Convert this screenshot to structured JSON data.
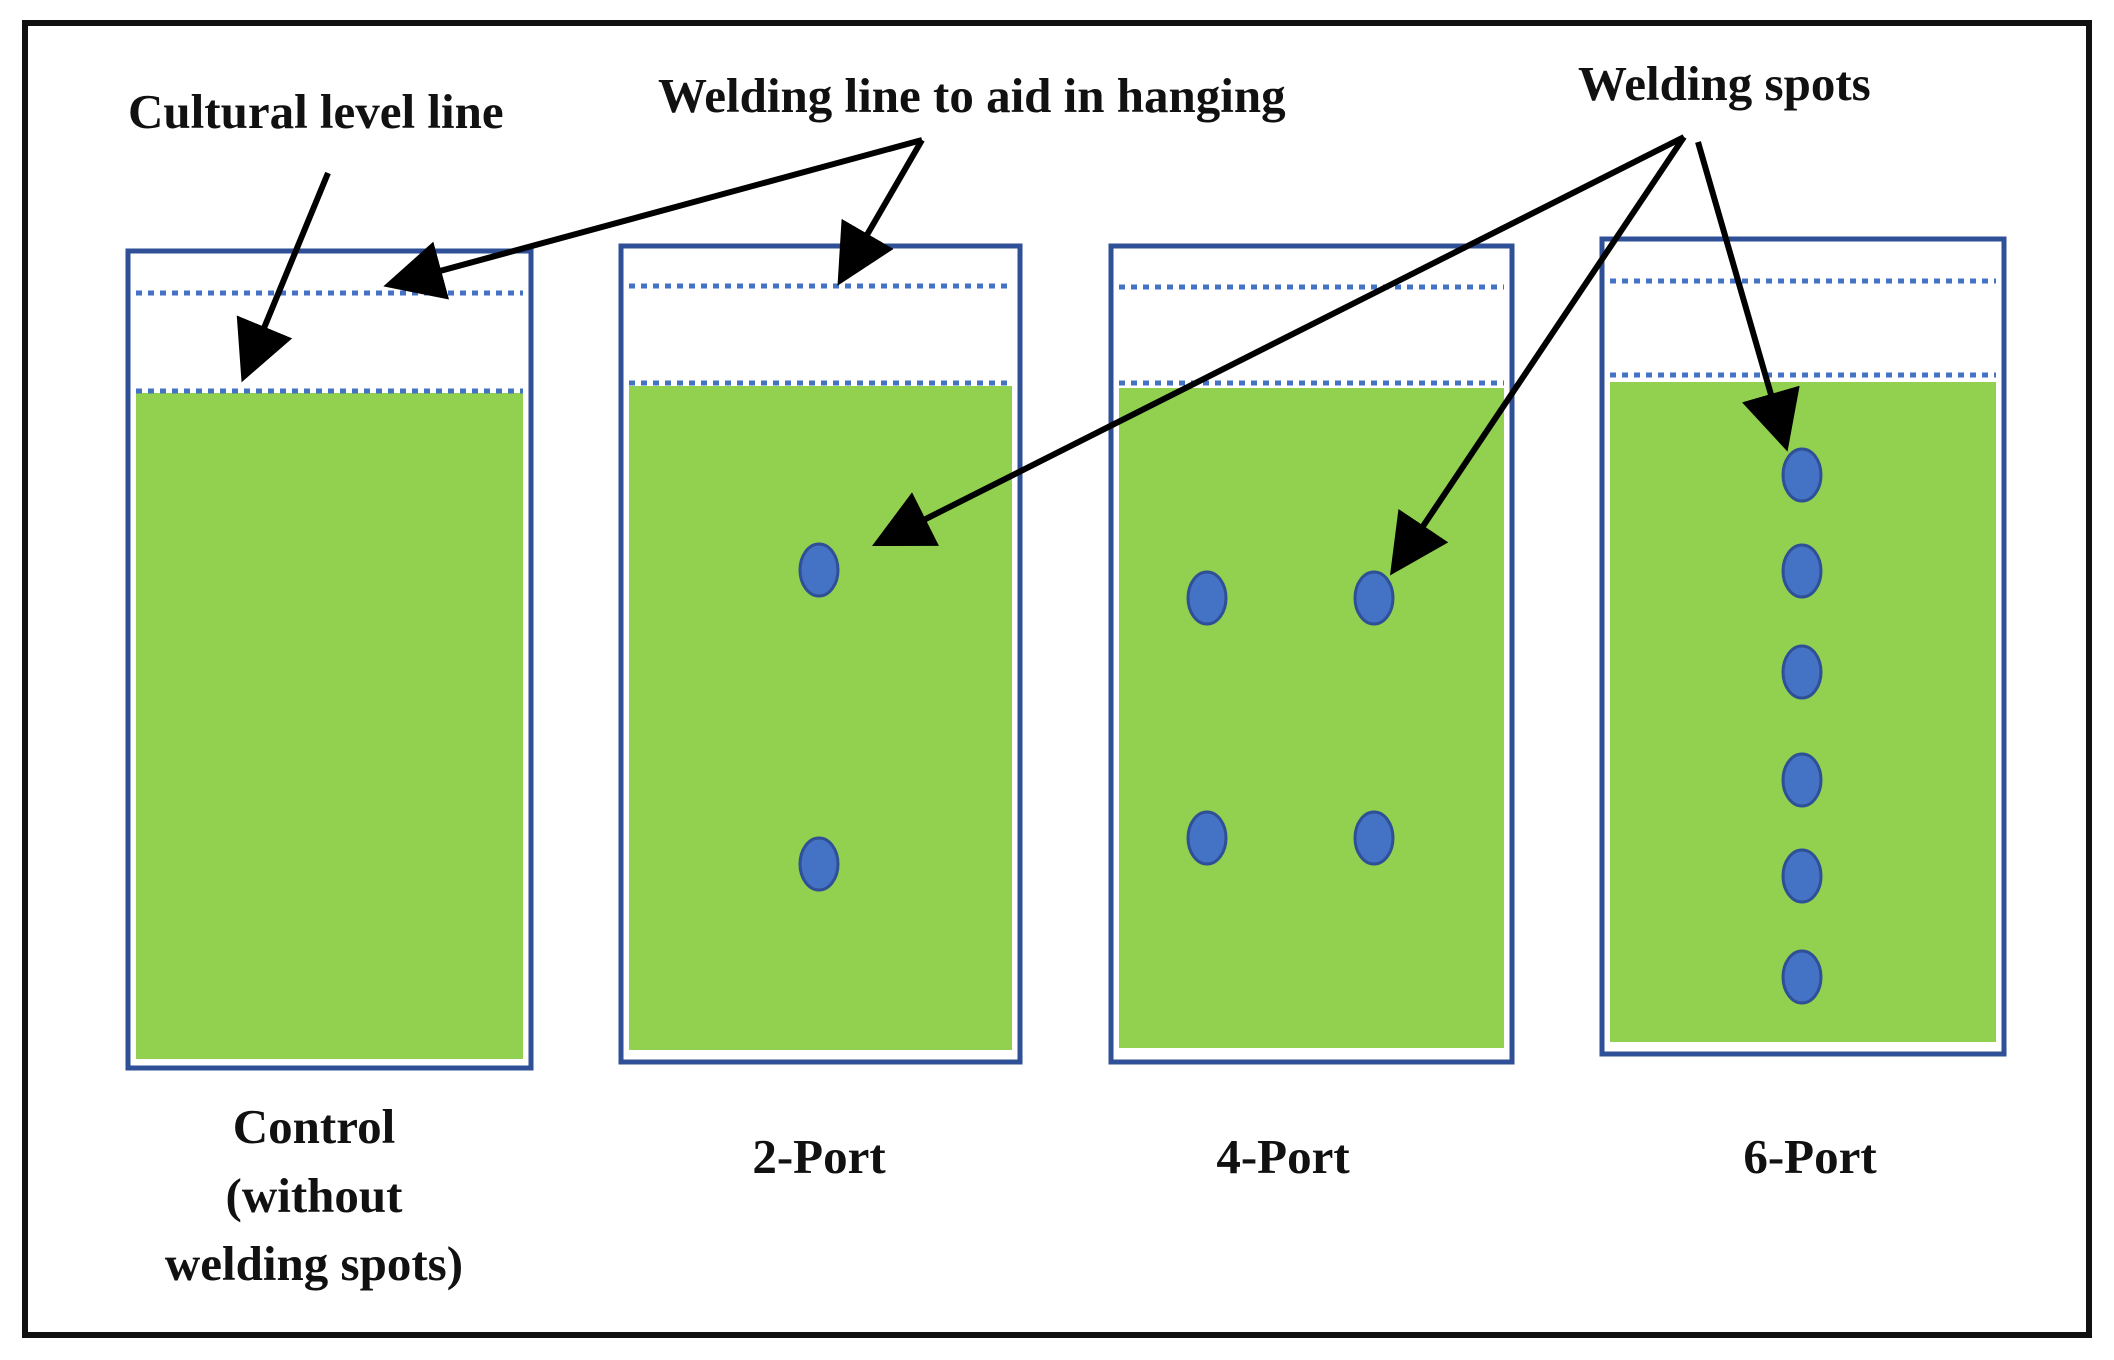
{
  "annotations": {
    "cultural_level_line": "Cultural level line",
    "welding_line": "Welding line to aid in hanging",
    "welding_spots": "Welding spots"
  },
  "bags": [
    {
      "label_lines": [
        "Control",
        "(without",
        "welding spots)"
      ],
      "spots": 0
    },
    {
      "label_lines": [
        "2-Port"
      ],
      "spots": 2
    },
    {
      "label_lines": [
        "4-Port"
      ],
      "spots": 4
    },
    {
      "label_lines": [
        "6-Port"
      ],
      "spots": 6
    }
  ],
  "colors": {
    "bag_border": "#2f4f96",
    "culture_fill": "#92d050",
    "spot_fill": "#4472c4",
    "spot_stroke": "#2f4f96",
    "dotted_line": "#4472c4",
    "arrow": "#000000",
    "frame": "#111111"
  }
}
